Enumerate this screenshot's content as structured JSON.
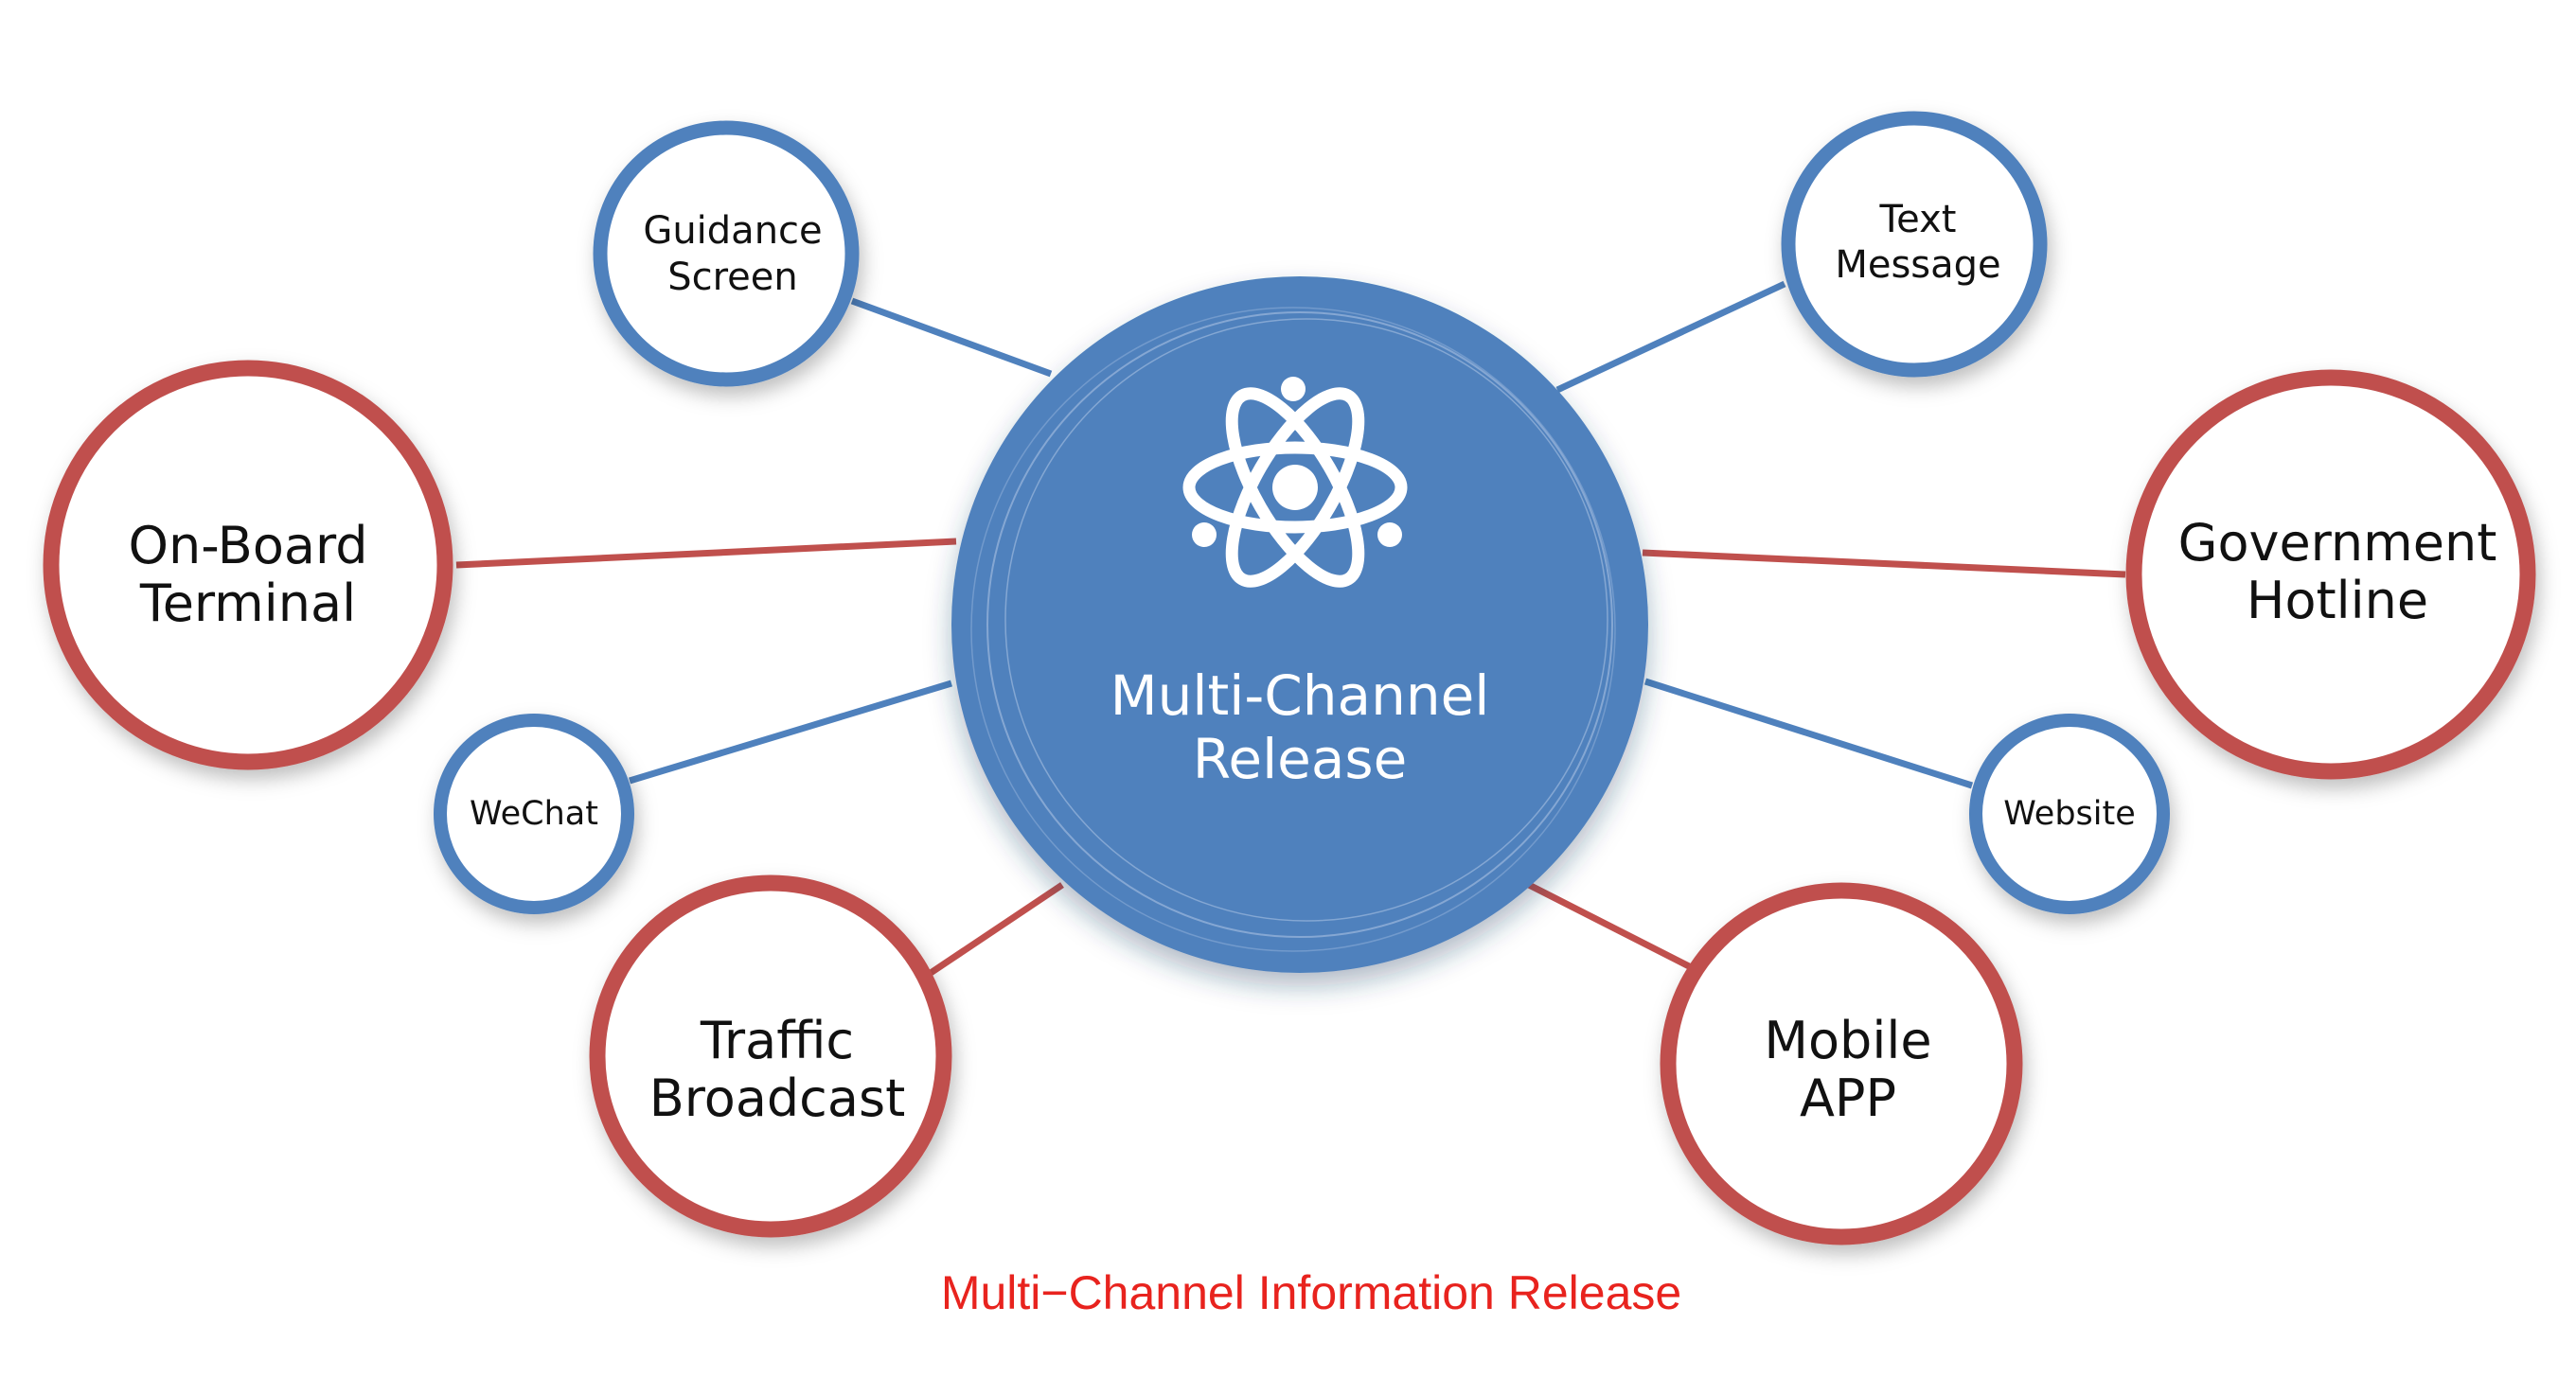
{
  "colors": {
    "blue": "#4f81bd",
    "red": "#c0504d",
    "hub_fill": "#4f81bd",
    "caption": "#e8231e"
  },
  "hub": {
    "icon": "atom-icon",
    "label_line1": "Multi-Channel",
    "label_line2": "Release"
  },
  "channels": {
    "guidance_screen": {
      "line1": "Guidance",
      "line2": "Screen",
      "tier": "secondary"
    },
    "text_message": {
      "line1": "Text",
      "line2": "Message",
      "tier": "secondary"
    },
    "on_board_terminal": {
      "line1": "On-Board",
      "line2": "Terminal",
      "tier": "primary"
    },
    "government_hotline": {
      "line1": "Government",
      "line2": "Hotline",
      "tier": "primary"
    },
    "wechat": {
      "line1": "WeChat",
      "tier": "secondary"
    },
    "website": {
      "line1": "Website",
      "tier": "secondary"
    },
    "traffic_broadcast": {
      "line1": "Traffic",
      "line2": "Broadcast",
      "tier": "primary"
    },
    "mobile_app": {
      "line1": "Mobile",
      "line2": "APP",
      "tier": "primary"
    }
  },
  "caption": "Multi−Channel Information Release"
}
